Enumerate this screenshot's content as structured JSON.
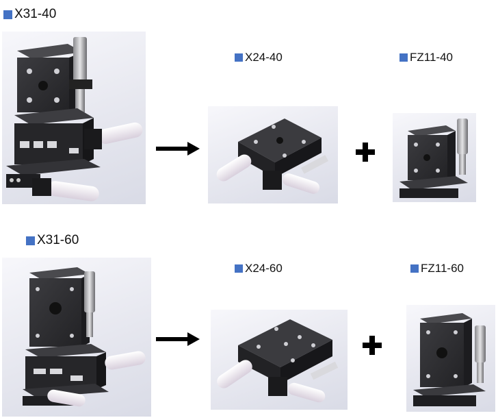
{
  "rows": [
    {
      "assembly": "X31-40",
      "xy_stage": "X24-40",
      "z_stage": "FZ11-40"
    },
    {
      "assembly": "X31-60",
      "xy_stage": "X24-60",
      "z_stage": "FZ11-60"
    }
  ],
  "icons": {
    "arrow": "right-arrow-icon",
    "plus": "plus-icon",
    "bullet": "square-bullet-icon"
  },
  "colors": {
    "bullet": "#4472c4",
    "stage_body": "#2b2b2e",
    "handle": "#f2eef4"
  }
}
